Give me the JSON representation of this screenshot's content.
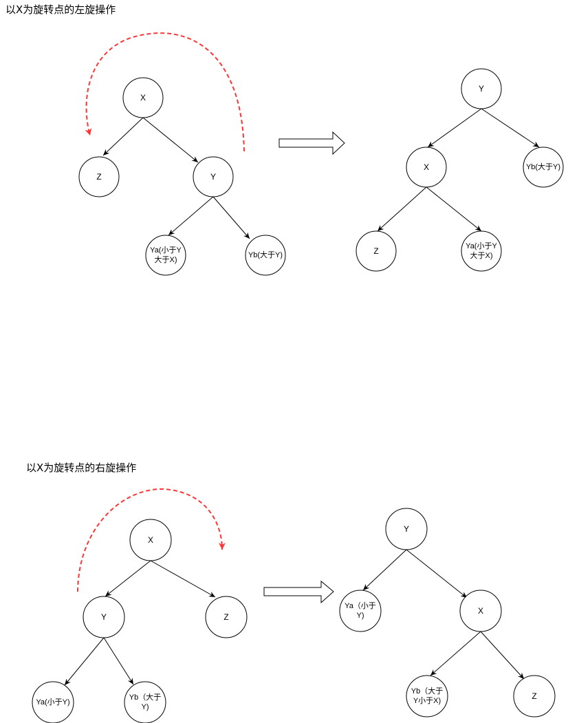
{
  "left_rotation": {
    "title": "以X为旋转点的左旋操作",
    "before": {
      "x": "X",
      "z": "Z",
      "y": "Y",
      "ya": [
        "Ya(小于Y",
        "大于X)"
      ],
      "yb": [
        "Yb(大于Y)"
      ]
    },
    "after": {
      "y": "Y",
      "x": "X",
      "yb": [
        "Yb(大于Y)"
      ],
      "z": "Z",
      "ya": [
        "Ya(小于Y",
        "大于X)"
      ]
    }
  },
  "right_rotation": {
    "title": "以X为旋转点的右旋操作",
    "before": {
      "x": "X",
      "y": "Y",
      "z": "Z",
      "ya": [
        "Ya(小于Y)"
      ],
      "yb": [
        "Yb（大于",
        "Y)"
      ]
    },
    "after": {
      "y": "Y",
      "ya": [
        "Ya（小于",
        "Y)"
      ],
      "x": "X",
      "yb": [
        "Yb（大于",
        "Y小于X)"
      ],
      "z": "Z"
    }
  },
  "colors": {
    "rotation_arc": "#ff3333",
    "edge": "#000000",
    "node_fill": "#ffffff"
  }
}
